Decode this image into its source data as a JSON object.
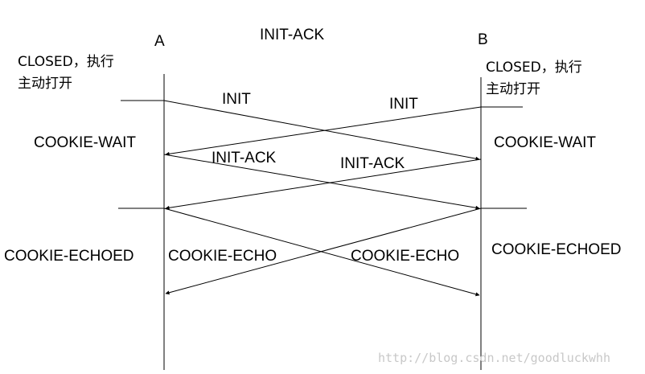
{
  "endpoints": {
    "a": "A",
    "b": "B"
  },
  "top_label": "INIT-ACK",
  "states": {
    "closed_line1": "CLOSED，执行",
    "closed_line2": "主动打开",
    "cookie_wait": "COOKIE-WAIT",
    "cookie_echoed": "COOKIE-ECHOED"
  },
  "messages": {
    "init": "INIT",
    "init_ack": "INIT-ACK",
    "cookie_echo": "COOKIE-ECHO"
  },
  "watermark": "http://blog.csdn.net/goodluckwhh"
}
